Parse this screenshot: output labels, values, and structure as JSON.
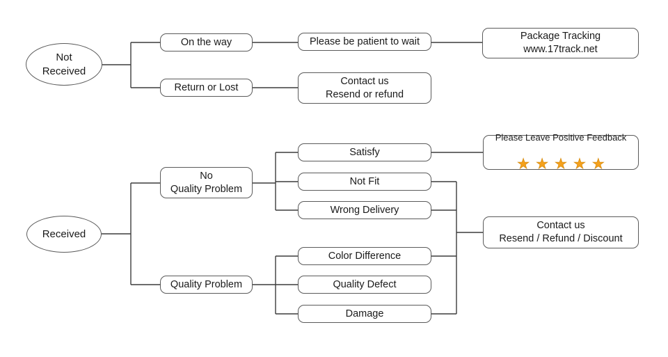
{
  "diagram": {
    "type": "flowchart",
    "background": "#ffffff",
    "colors": {
      "line": "#3c3c3c",
      "box_border": "#5a5a5a",
      "text": "#1a1a1a",
      "star": "#f5a11c"
    },
    "nodes": {
      "not_received": {
        "label": "Not\nReceived",
        "shape": "ellipse"
      },
      "received": {
        "label": "Received",
        "shape": "ellipse"
      },
      "on_the_way": {
        "label": "On the way",
        "shape": "box"
      },
      "return_or_lost": {
        "label": "Return or Lost",
        "shape": "box"
      },
      "please_be_patient": {
        "label": "Please be patient to wait",
        "shape": "box"
      },
      "package_tracking": {
        "label": "Package Tracking\nwww.17track.net",
        "shape": "box"
      },
      "contact_resend_refund": {
        "label": "Contact us\nResend or refund",
        "shape": "box"
      },
      "no_quality_problem": {
        "label": "No\nQuality Problem",
        "shape": "box"
      },
      "quality_problem": {
        "label": "Quality Problem",
        "shape": "box"
      },
      "satisfy": {
        "label": "Satisfy",
        "shape": "box"
      },
      "not_fit": {
        "label": "Not Fit",
        "shape": "box"
      },
      "wrong_delivery": {
        "label": "Wrong Delivery",
        "shape": "box"
      },
      "color_difference": {
        "label": "Color Difference",
        "shape": "box"
      },
      "quality_defect": {
        "label": "Quality Defect",
        "shape": "box"
      },
      "damage": {
        "label": "Damage",
        "shape": "box"
      },
      "positive_feedback": {
        "label": "Please Leave Positive Feedback",
        "stars": "★★★★★",
        "star_count": 5,
        "shape": "box"
      },
      "contact_resend_refund_discount": {
        "label": "Contact us\nResend / Refund / Discount",
        "shape": "box"
      }
    },
    "edges": [
      [
        "not_received",
        "on_the_way"
      ],
      [
        "not_received",
        "return_or_lost"
      ],
      [
        "on_the_way",
        "please_be_patient"
      ],
      [
        "please_be_patient",
        "package_tracking"
      ],
      [
        "return_or_lost",
        "contact_resend_refund"
      ],
      [
        "received",
        "no_quality_problem"
      ],
      [
        "received",
        "quality_problem"
      ],
      [
        "no_quality_problem",
        "satisfy"
      ],
      [
        "no_quality_problem",
        "not_fit"
      ],
      [
        "no_quality_problem",
        "wrong_delivery"
      ],
      [
        "satisfy",
        "positive_feedback"
      ],
      [
        "quality_problem",
        "color_difference"
      ],
      [
        "quality_problem",
        "quality_defect"
      ],
      [
        "quality_problem",
        "damage"
      ],
      [
        "not_fit",
        "contact_resend_refund_discount"
      ],
      [
        "wrong_delivery",
        "contact_resend_refund_discount"
      ],
      [
        "color_difference",
        "contact_resend_refund_discount"
      ],
      [
        "quality_defect",
        "contact_resend_refund_discount"
      ],
      [
        "damage",
        "contact_resend_refund_discount"
      ]
    ]
  }
}
